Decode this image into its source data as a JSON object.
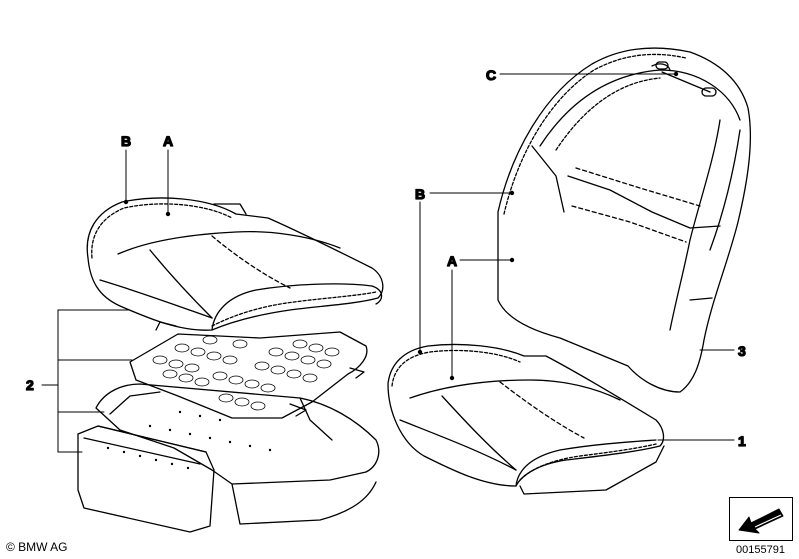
{
  "callouts": {
    "left_b": "B",
    "left_a": "A",
    "right_c": "C",
    "right_b": "B",
    "right_a": "A",
    "part_1": "1",
    "part_2": "2",
    "part_3": "3"
  },
  "footer": {
    "copyright": "© BMW AG",
    "reference": "00155791"
  },
  "nav_icon": "arrow-down-left-icon",
  "colors": {
    "line": "#000000",
    "background": "#ffffff"
  }
}
